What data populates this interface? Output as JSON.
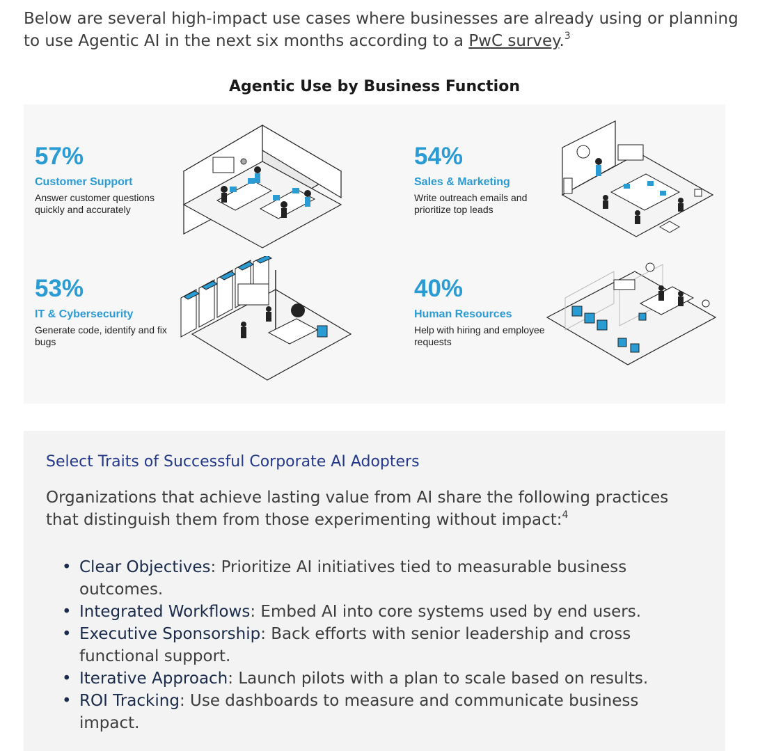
{
  "intro": {
    "text_before": "Below are several high-impact use cases where businesses are already using or planning to use Agentic AI in the next six months according to a ",
    "link": "PwC survey",
    "text_after": ".",
    "footnote": "3"
  },
  "figure": {
    "title": "Agentic Use by Business Function",
    "stats": [
      {
        "pct": "57%",
        "name": "Customer Support",
        "desc": "Answer customer questions quickly and accurately",
        "icon": "office-desks-illustration"
      },
      {
        "pct": "54%",
        "name": "Sales & Marketing",
        "desc": "Write outreach emails and prioritize top leads",
        "icon": "meeting-room-illustration"
      },
      {
        "pct": "53%",
        "name": "IT & Cybersecurity",
        "desc": "Generate code, identify and fix bugs",
        "icon": "server-room-illustration"
      },
      {
        "pct": "40%",
        "name": "Human Resources",
        "desc": "Help with hiring and employee requests",
        "icon": "reception-area-illustration"
      }
    ],
    "colors": {
      "accent": "#2b9bd3",
      "line": "#222222"
    }
  },
  "panel": {
    "title": "Select Traits of Successful Corporate AI Adopters",
    "lead": "Organizations that achieve lasting value from AI share the following practices that distinguish them from those experimenting without impact:",
    "footnote": "4",
    "traits": [
      {
        "term": "Clear Objectives",
        "text": ": Prioritize AI initiatives tied to measurable business outcomes."
      },
      {
        "term": "Integrated Workflows",
        "text": ": Embed AI into core systems used by end users."
      },
      {
        "term": "Executive Sponsorship",
        "text": ": Back efforts with senior leadership and cross functional support."
      },
      {
        "term": "Iterative Approach",
        "text": ": Launch pilots with a plan to scale based on results."
      },
      {
        "term": "ROI Tracking",
        "text": ": Use dashboards to measure and communicate business impact."
      }
    ],
    "colors": {
      "title": "#24388a",
      "background": "#f3f3f3"
    }
  }
}
